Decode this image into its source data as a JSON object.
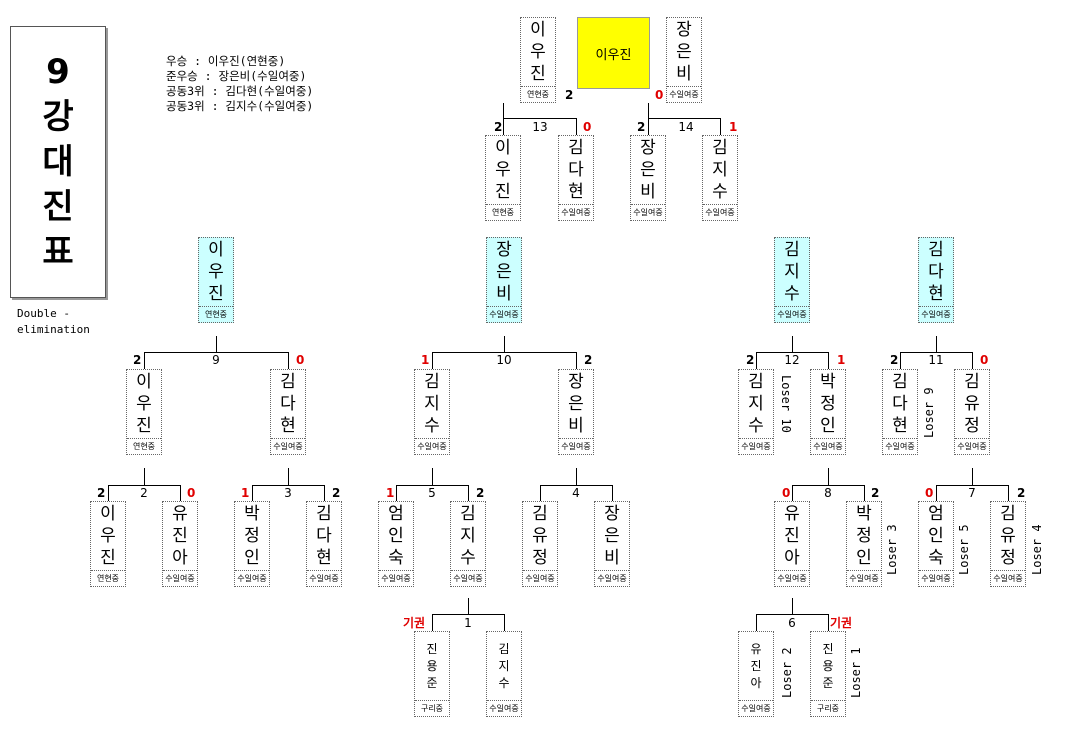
{
  "title_chars": [
    "9",
    "강",
    "대",
    "진",
    "표"
  ],
  "format_line1": "Double -",
  "format_line2": "elimination",
  "results": [
    "우승 : 이우진(연현중)",
    "준우승 : 장은비(수일여중)",
    "공동3위 : 김다현(수일여중)",
    "공동3위 : 김지수(수일여중)"
  ],
  "champion": "이우진",
  "players": {
    "f_left": {
      "name": [
        "이",
        "우",
        "진"
      ],
      "school": "연현중"
    },
    "f_right": {
      "name": [
        "장",
        "은",
        "비"
      ],
      "school": "수일여중"
    },
    "m13_a": {
      "name": [
        "이",
        "우",
        "진"
      ],
      "school": "연현중"
    },
    "m13_b": {
      "name": [
        "김",
        "다",
        "현"
      ],
      "school": "수일여중"
    },
    "m14_a": {
      "name": [
        "장",
        "은",
        "비"
      ],
      "school": "수일여중"
    },
    "m14_b": {
      "name": [
        "김",
        "지",
        "수"
      ],
      "school": "수일여중"
    },
    "w9": {
      "name": [
        "이",
        "우",
        "진"
      ],
      "school": "연현중"
    },
    "w10": {
      "name": [
        "장",
        "은",
        "비"
      ],
      "school": "수일여중"
    },
    "w12": {
      "name": [
        "김",
        "지",
        "수"
      ],
      "school": "수일여중"
    },
    "w11": {
      "name": [
        "김",
        "다",
        "현"
      ],
      "school": "수일여중"
    },
    "m9_a": {
      "name": [
        "이",
        "우",
        "진"
      ],
      "school": "연현중"
    },
    "m9_b": {
      "name": [
        "김",
        "다",
        "현"
      ],
      "school": "수일여중"
    },
    "m10_a": {
      "name": [
        "김",
        "지",
        "수"
      ],
      "school": "수일여중"
    },
    "m10_b": {
      "name": [
        "장",
        "은",
        "비"
      ],
      "school": "수일여중"
    },
    "m12_a": {
      "name": [
        "김",
        "지",
        "수"
      ],
      "school": "수일여중"
    },
    "m12_b": {
      "name": [
        "박",
        "정",
        "인"
      ],
      "school": "수일여중"
    },
    "m11_a": {
      "name": [
        "김",
        "다",
        "현"
      ],
      "school": "수일여중"
    },
    "m11_b": {
      "name": [
        "김",
        "유",
        "정"
      ],
      "school": "수일여중"
    },
    "m2_a": {
      "name": [
        "이",
        "우",
        "진"
      ],
      "school": "연현중"
    },
    "m2_b": {
      "name": [
        "유",
        "진",
        "아"
      ],
      "school": "수일여중"
    },
    "m3_a": {
      "name": [
        "박",
        "정",
        "인"
      ],
      "school": "수일여중"
    },
    "m3_b": {
      "name": [
        "김",
        "다",
        "현"
      ],
      "school": "수일여중"
    },
    "m5_a": {
      "name": [
        "엄",
        "인",
        "숙"
      ],
      "school": "수일여중"
    },
    "m5_b": {
      "name": [
        "김",
        "지",
        "수"
      ],
      "school": "수일여중"
    },
    "m4_a": {
      "name": [
        "김",
        "유",
        "정"
      ],
      "school": "수일여중"
    },
    "m4_b": {
      "name": [
        "장",
        "은",
        "비"
      ],
      "school": "수일여중"
    },
    "m8_a": {
      "name": [
        "유",
        "진",
        "아"
      ],
      "school": "수일여중"
    },
    "m8_b": {
      "name": [
        "박",
        "정",
        "인"
      ],
      "school": "수일여중"
    },
    "m7_a": {
      "name": [
        "엄",
        "인",
        "숙"
      ],
      "school": "수일여중"
    },
    "m7_b": {
      "name": [
        "김",
        "유",
        "정"
      ],
      "school": "수일여중"
    },
    "m1_a": {
      "name": [
        "진",
        "용",
        "준"
      ],
      "school": "구리중"
    },
    "m1_b": {
      "name": [
        "김",
        "지",
        "수"
      ],
      "school": "수일여중"
    },
    "m6_a": {
      "name": [
        "유",
        "진",
        "아"
      ],
      "school": "수일여중"
    },
    "m6_b": {
      "name": [
        "진",
        "용",
        "준"
      ],
      "school": "구리중"
    }
  },
  "matches": {
    "final": {
      "left_score": "2",
      "right_score": "0"
    },
    "m13": {
      "num": "13",
      "a": "2",
      "b": "0"
    },
    "m14": {
      "num": "14",
      "a": "2",
      "b": "1"
    },
    "m9": {
      "num": "9",
      "a": "2",
      "b": "0"
    },
    "m10": {
      "num": "10",
      "a": "1",
      "b": "2"
    },
    "m12": {
      "num": "12",
      "a": "2",
      "b": "1"
    },
    "m11": {
      "num": "11",
      "a": "2",
      "b": "0"
    },
    "m2": {
      "num": "2",
      "a": "2",
      "b": "0"
    },
    "m3": {
      "num": "3",
      "a": "1",
      "b": "2"
    },
    "m5": {
      "num": "5",
      "a": "1",
      "b": "2"
    },
    "m4": {
      "num": "4"
    },
    "m8": {
      "num": "8",
      "a": "0",
      "b": "2"
    },
    "m7": {
      "num": "7",
      "a": "0",
      "b": "2"
    },
    "m1": {
      "num": "1",
      "a": "기권"
    },
    "m6": {
      "num": "6",
      "b": "기권"
    }
  },
  "losers": {
    "l10": "Loser 10",
    "l9": "Loser 9",
    "l3": "Loser 3",
    "l5": "Loser 5",
    "l4": "Loser 4",
    "l2": "Loser 2",
    "l1": "Loser 1"
  }
}
